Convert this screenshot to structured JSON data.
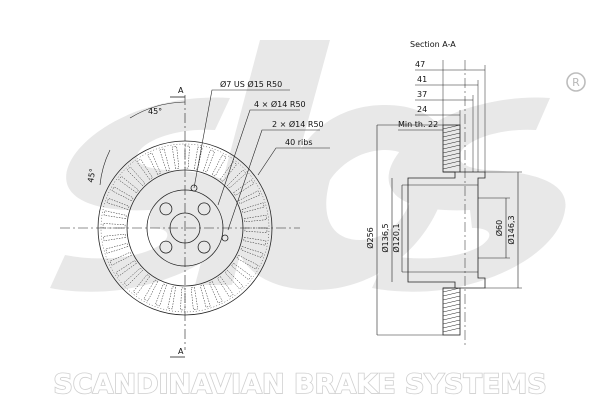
{
  "brand": {
    "footer_text": "SCANDINAVIAN BRAKE SYSTEMS",
    "registered_mark": "R",
    "watermark_color": "#e6e6e6",
    "footer_stroke_color": "#d0d0d0"
  },
  "front_view": {
    "section_marker_top": "A",
    "section_marker_bottom": "A",
    "angle_label_top": "45°",
    "angle_label_left": "45°",
    "callouts": [
      "Ø7 US Ø15 R50",
      "4 × Ø14 R50",
      "2 × Ø14 R50",
      "40 ribs"
    ],
    "rib_count": 40,
    "bolt_holes": 4
  },
  "section_view": {
    "title": "Section A-A",
    "widths": [
      "47",
      "41",
      "37",
      "24"
    ],
    "min_thickness": "Min th. 22",
    "diameters_left": [
      "Ø256",
      "Ø136,5",
      "Ø120,1"
    ],
    "diameters_right": [
      "Ø60",
      "Ø146,3"
    ]
  },
  "colors": {
    "line": "#222222",
    "dim_line": "#333333"
  }
}
